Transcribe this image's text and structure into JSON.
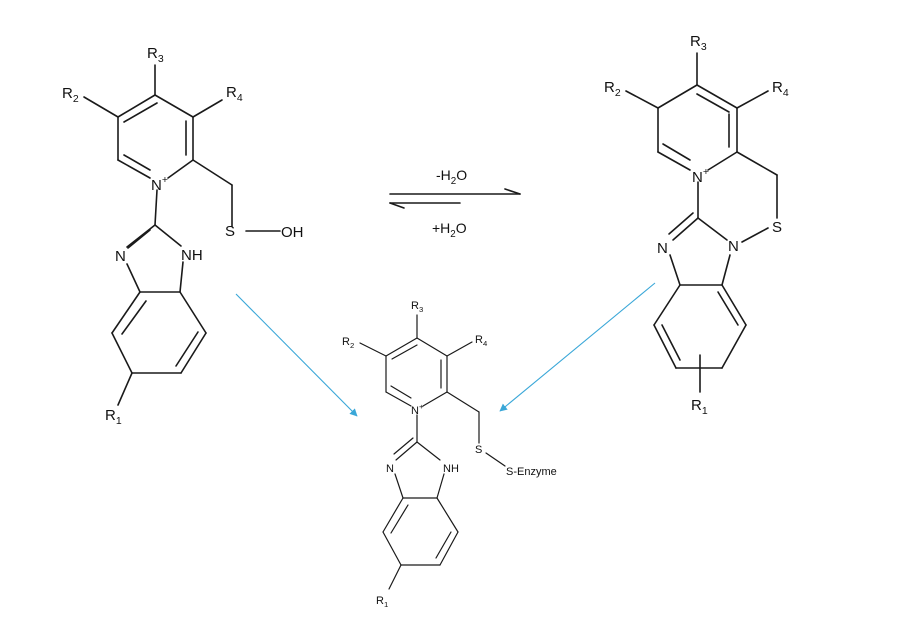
{
  "labels": {
    "R1": "R",
    "R1_sub": "1",
    "R2": "R",
    "R2_sub": "2",
    "R3": "R",
    "R3_sub": "3",
    "R4": "R",
    "R4_sub": "4",
    "N_plus": "N",
    "plus": "+",
    "N": "N",
    "NH": "NH",
    "S": "S",
    "OH": "OH",
    "S_enzyme": "S-Enzyme"
  },
  "equilibrium": {
    "forward_pre": "-H",
    "forward_sub": "2",
    "forward_post": "O",
    "reverse_pre": "+H",
    "reverse_sub": "2",
    "reverse_post": "O"
  },
  "colors": {
    "bond": "#1a1a1a",
    "arrow_blue": "#3aa7d8"
  }
}
